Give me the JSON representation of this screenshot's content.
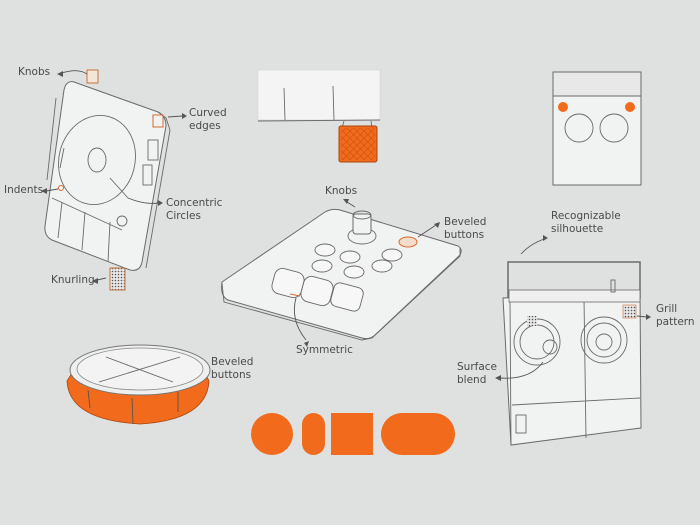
{
  "sheet": {
    "background": "#dfe0e0",
    "accent": "#f26a1b",
    "sketches": [
      {
        "id": "handheld-player",
        "annotations": [
          "Knobs",
          "Curved\nedges",
          "Indents",
          "Concentric\nCircles",
          "Knurling"
        ]
      },
      {
        "id": "knob-detail",
        "annotations": []
      },
      {
        "id": "front-view-device",
        "annotations": []
      },
      {
        "id": "controller-pad",
        "annotations": [
          "Knobs",
          "Beveled\nbuttons",
          "Symmetric"
        ]
      },
      {
        "id": "portable-speaker",
        "annotations": [
          "Recognizable\nsilhouette",
          "Grill\npattern",
          "Surface\nblend"
        ]
      },
      {
        "id": "round-button",
        "annotations": [
          "Beveled\nbuttons"
        ]
      }
    ],
    "shape_swatches": [
      "circle",
      "pill-vertical",
      "square",
      "pill-horizontal"
    ]
  },
  "labels": {
    "knobs_1": "Knobs",
    "curved_edges": "Curved\nedges",
    "indents": "Indents",
    "concentric": "Concentric\nCircles",
    "knurling": "Knurling",
    "knobs_2": "Knobs",
    "beveled_1": "Beveled\nbuttons",
    "symmetric": "Symmetric",
    "recognizable": "Recognizable\nsilhouette",
    "grill": "Grill\npattern",
    "surface": "Surface\nblend",
    "beveled_2": "Beveled\nbuttons"
  }
}
